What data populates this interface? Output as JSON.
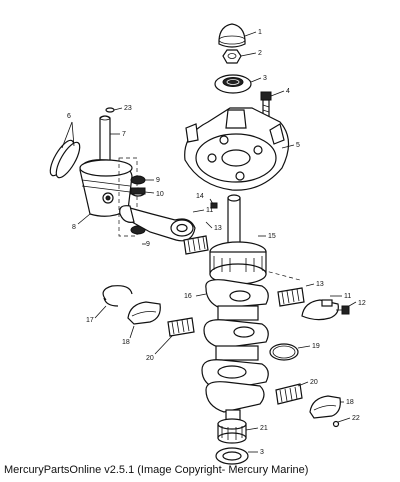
{
  "callouts": [
    "1",
    "2",
    "3",
    "4",
    "5",
    "6",
    "7",
    "8",
    "9",
    "10",
    "11",
    "13",
    "14",
    "15",
    "16",
    "17",
    "18",
    "20",
    "9",
    "11",
    "12",
    "13",
    "19",
    "20",
    "21",
    "22",
    "23",
    "18",
    "3"
  ],
  "caption": "MercuryPartsOnline v2.5.1 (Image Copyright- Mercury Marine)"
}
